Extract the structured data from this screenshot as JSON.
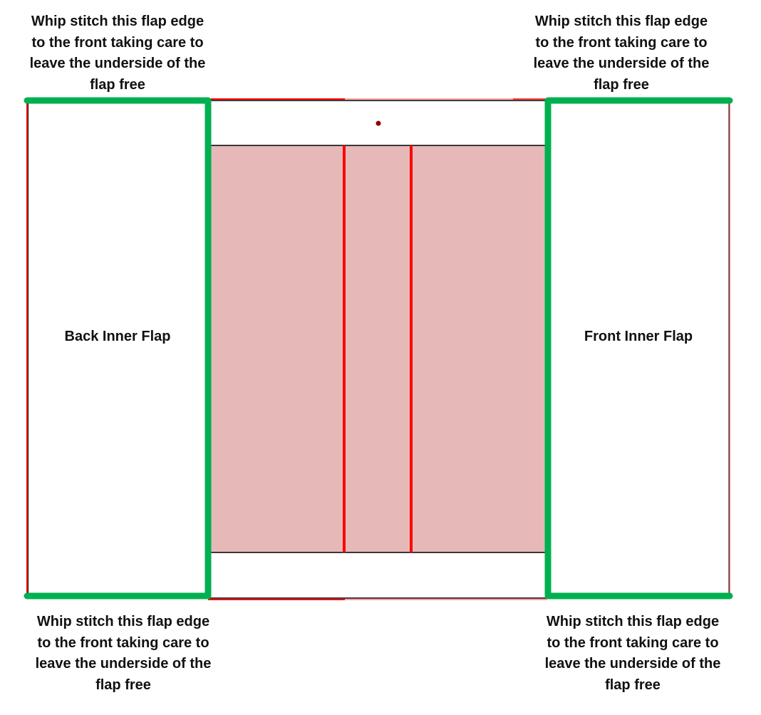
{
  "diagram": {
    "annotations": {
      "top_left": [
        "Whip stitch this flap edge",
        "to the front taking care to",
        "leave the underside of the",
        "flap free"
      ],
      "top_right": [
        "Whip stitch this flap edge",
        "to the front taking care to",
        "leave the underside of the",
        "flap free"
      ],
      "bottom_left": [
        "Whip stitch this flap edge",
        "to the front taking care to",
        "leave the underside of the",
        "flap free"
      ],
      "bottom_right": [
        "Whip stitch this flap edge",
        "to the front taking care to",
        "leave the underside of the",
        "flap free"
      ]
    },
    "flaps": {
      "left": "Back Inner Flap",
      "right": "Front Inner Flap"
    },
    "colors": {
      "stitch_edge": "#00b050",
      "cut_line": "#ff0000",
      "fold_panel": "#e6b9b8",
      "outline": "#000000",
      "marker_dot": "#8b0000"
    }
  }
}
